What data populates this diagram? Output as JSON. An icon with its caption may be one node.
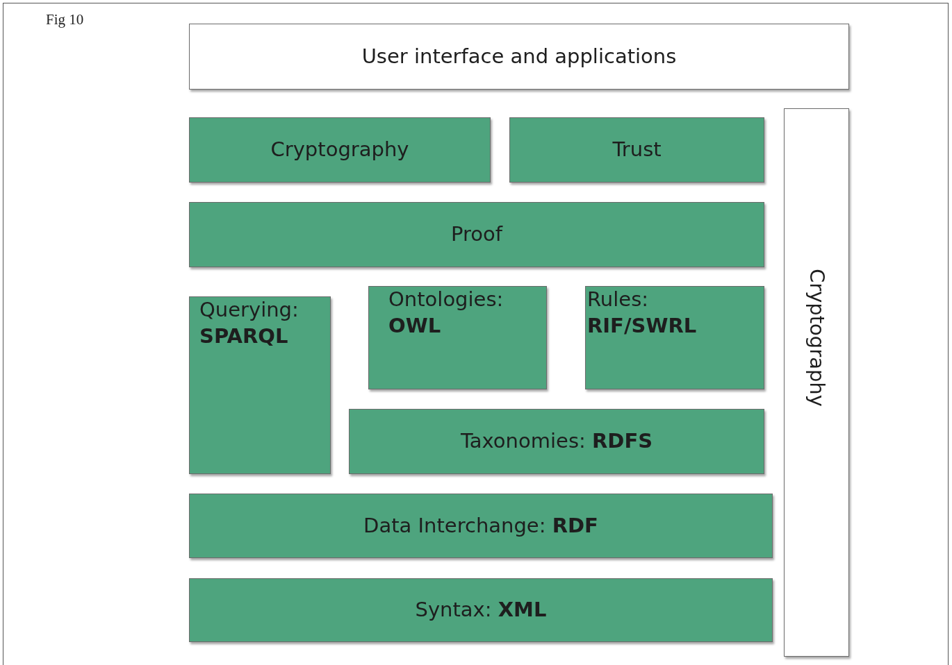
{
  "diagram": {
    "nodes": [
      {
        "text": [
          "User interface and applications"
        ]
      },
      {
        "text": [
          "Cryptography"
        ]
      },
      {
        "text": [
          "Trust"
        ]
      },
      {
        "text": [
          "Proof"
        ]
      },
      {
        "text": [
          "Querying:",
          "SPARQL"
        ]
      },
      {
        "text": [
          "Ontologies:",
          "OWL"
        ]
      },
      {
        "text": [
          "Rules:",
          "RIF/SWRL"
        ]
      },
      {
        "text": [
          "Taxonomies: **RDFS**"
        ]
      },
      {
        "text": [
          "Data Interchange: **RDF**"
        ]
      },
      {
        "text": [
          "Syntax: **XML**"
        ]
      },
      {
        "text": [
          "Cryptography"
        ]
      }
    ],
    "labels": [
      "Fig 10"
    ]
  }
}
